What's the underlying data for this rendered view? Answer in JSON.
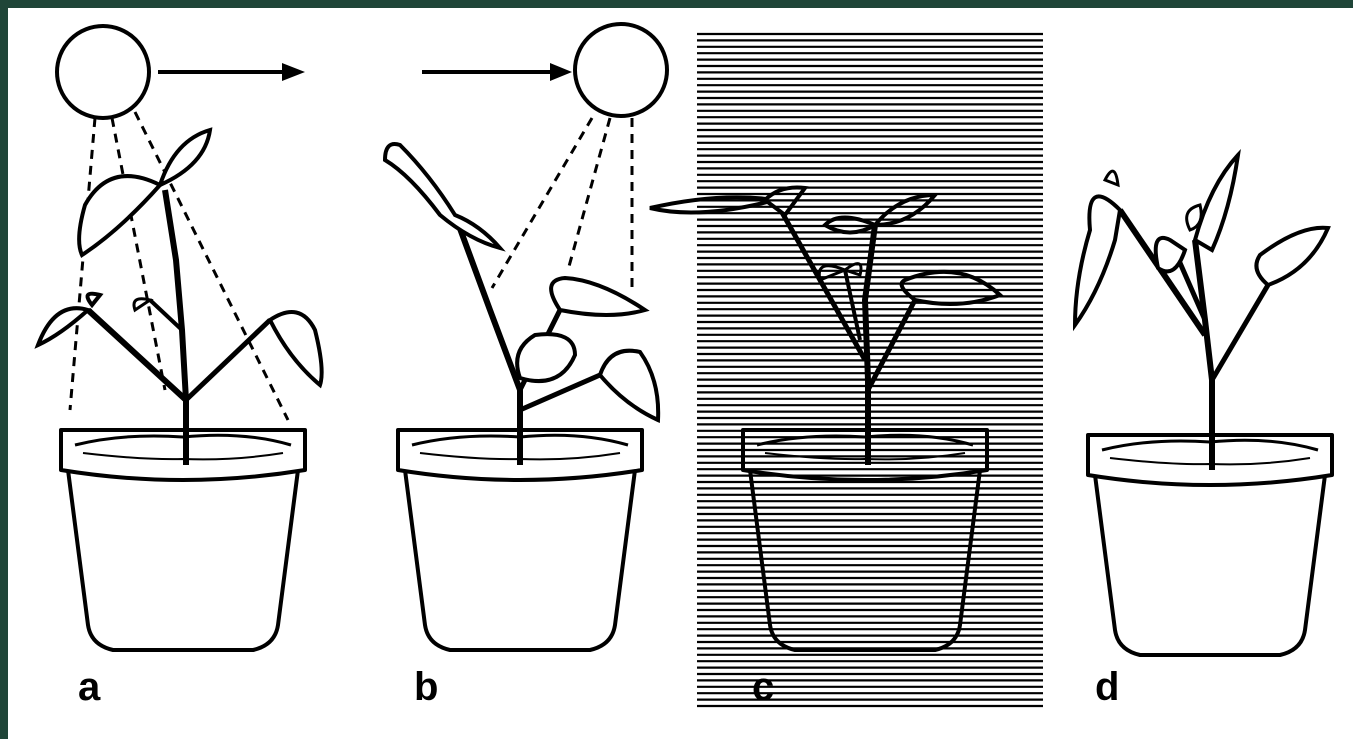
{
  "panels": [
    {
      "label": "a"
    },
    {
      "label": "b"
    },
    {
      "label": "c"
    },
    {
      "label": "d"
    }
  ],
  "colors": {
    "frame": "#1f4538",
    "background": "#ffffff",
    "ink": "#000000"
  },
  "icons": [
    "sun-icon",
    "arrow-right-icon",
    "plant-in-pot-icon",
    "dark-hatching"
  ]
}
